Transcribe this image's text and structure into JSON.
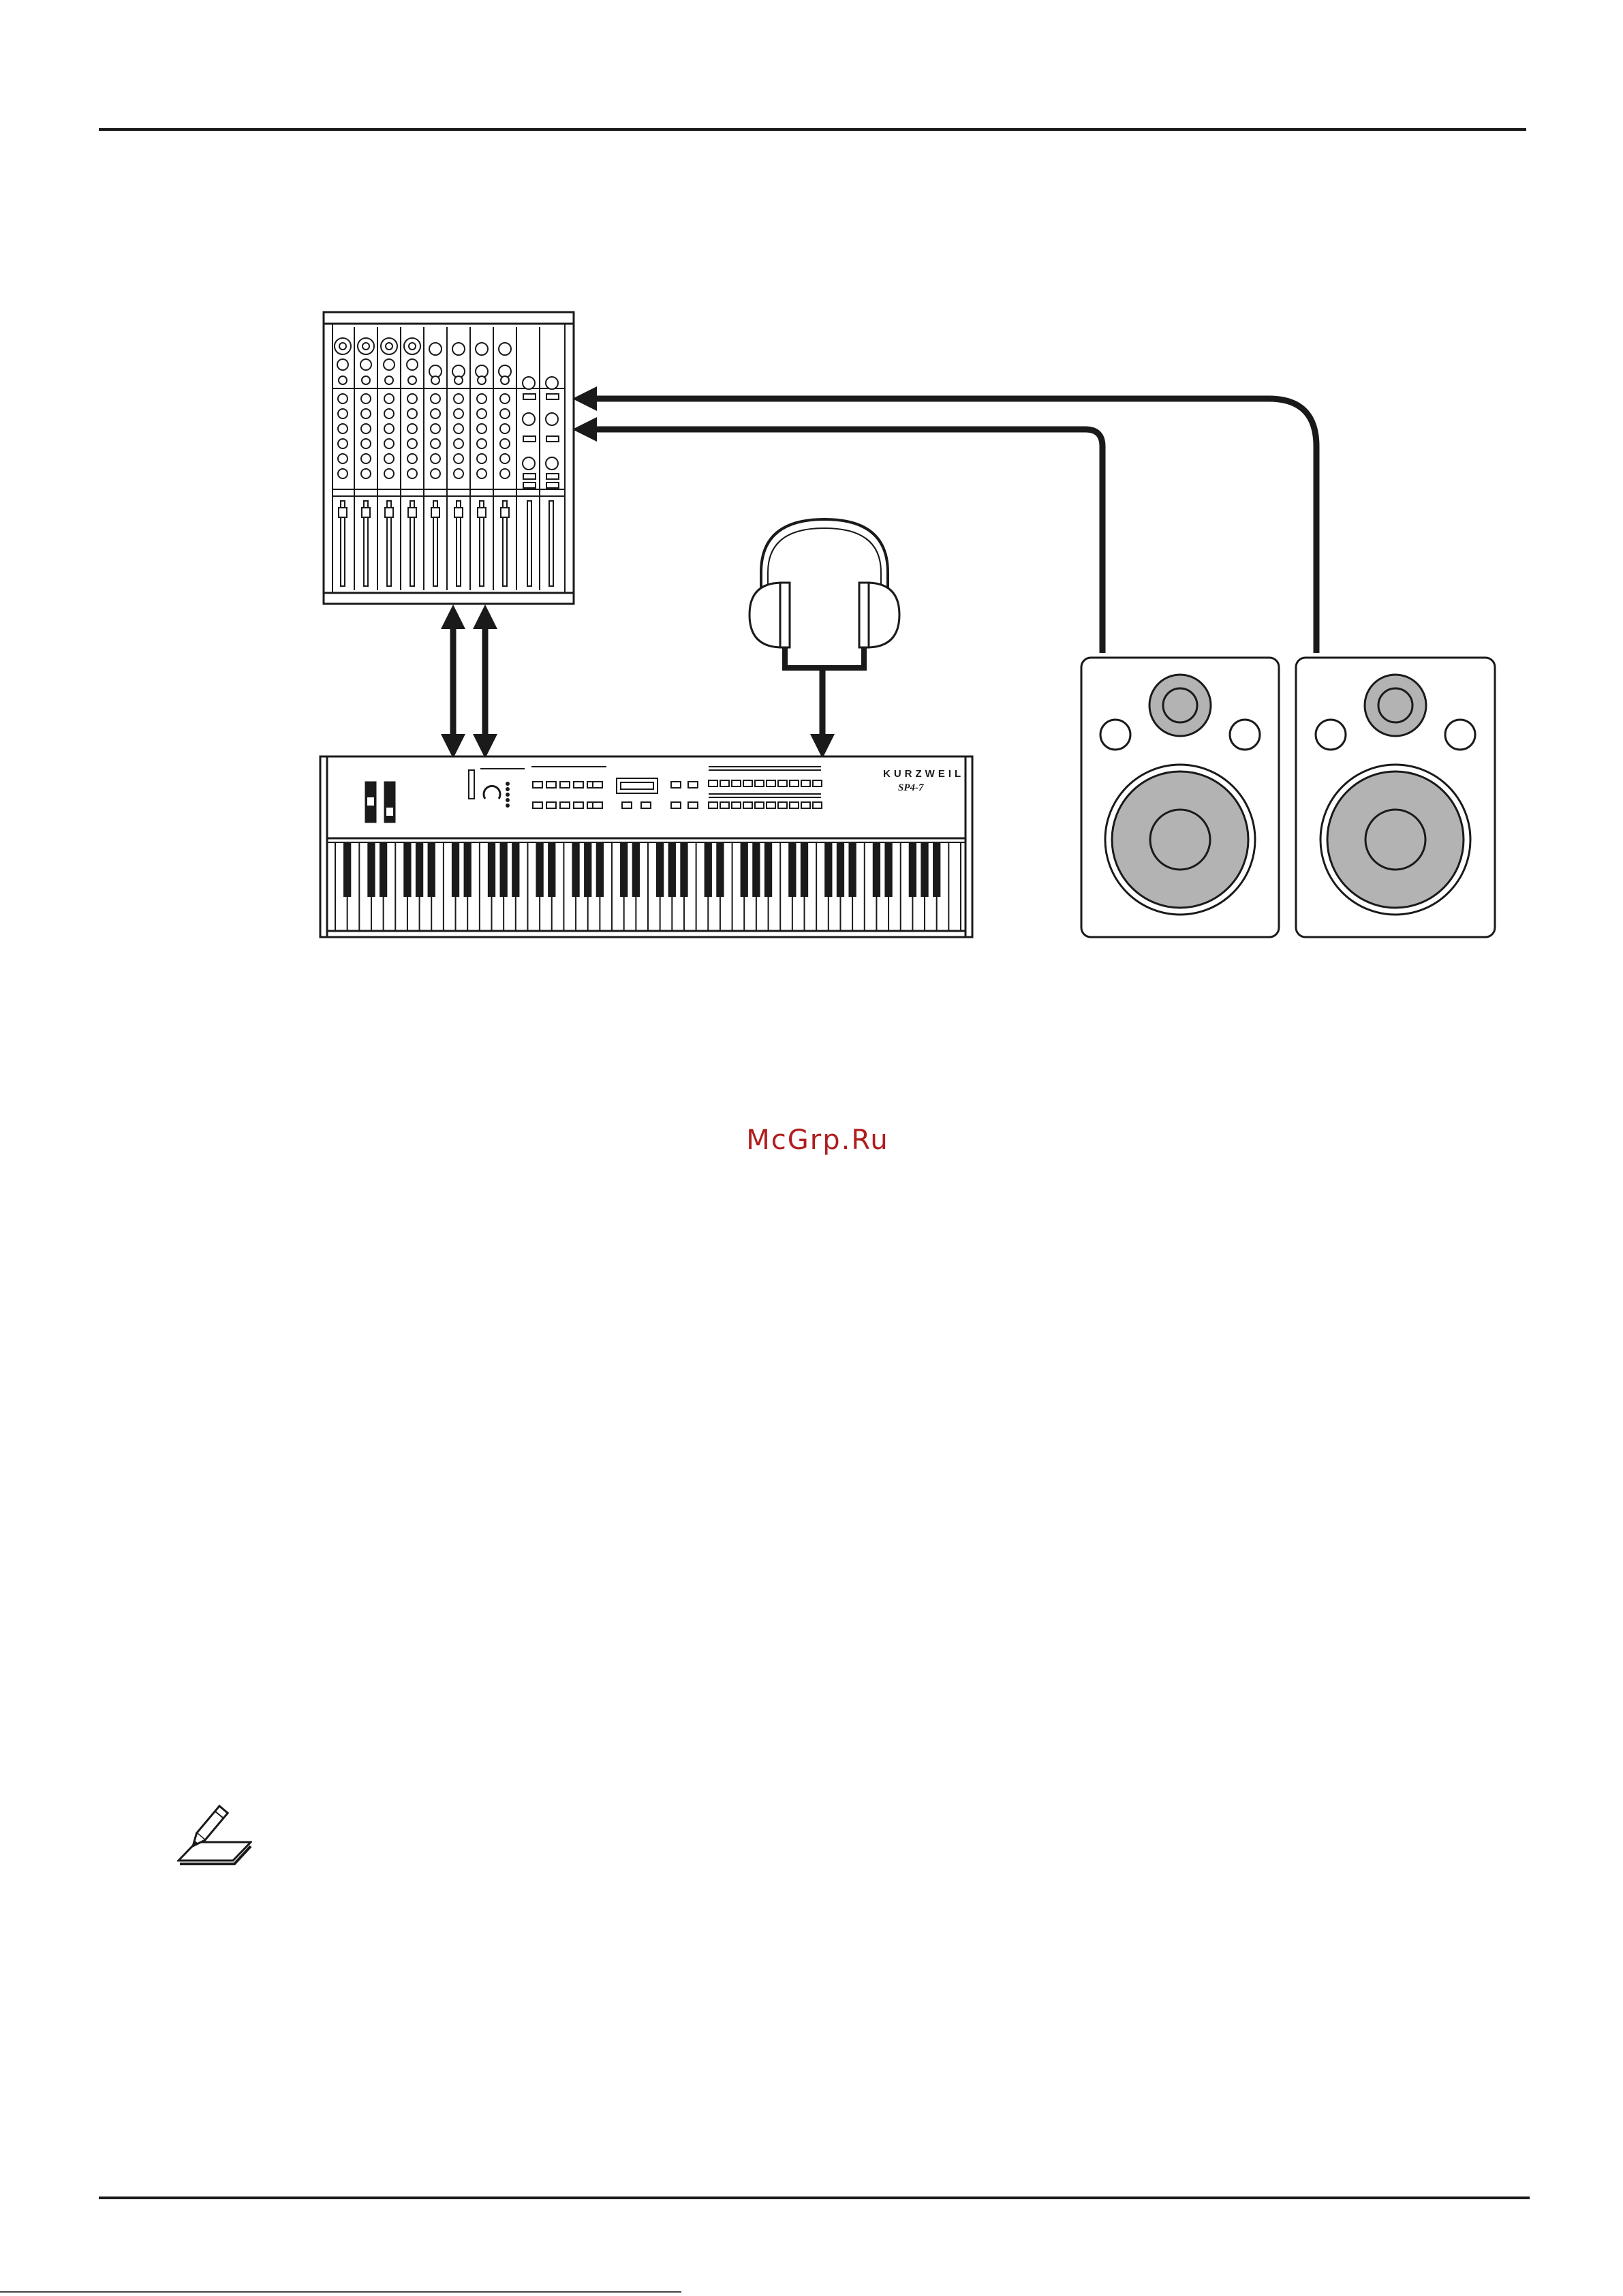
{
  "watermark": "McGrp.Ru",
  "keyboard": {
    "brand": "KURZWEIL",
    "model": "SP4-7"
  },
  "icons": {
    "note": "pencil-note-icon"
  },
  "colors": {
    "line": "#1a1a1a",
    "speaker_fill": "#b3b3b3",
    "watermark": "#b01e1e"
  }
}
